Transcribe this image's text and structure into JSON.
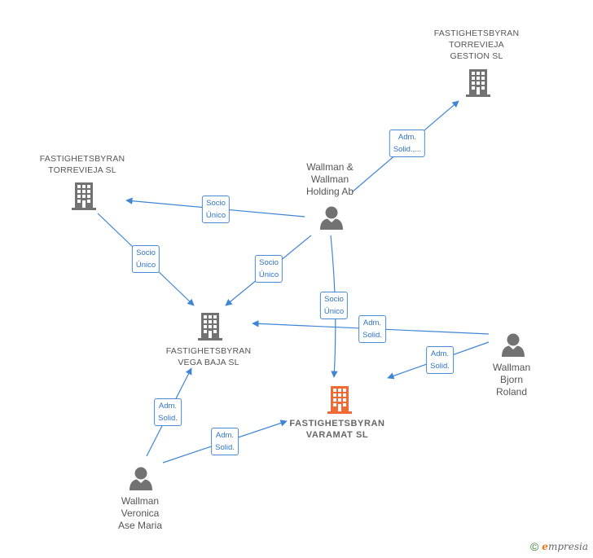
{
  "colors": {
    "edge": "#3f85d6",
    "company_icon": "#727272",
    "main_company_icon": "#f06a35",
    "person_icon": "#727272"
  },
  "nodes": {
    "gestion": {
      "label": "FASTIGHETSBYRAN\nTORREVIEJA\nGESTION  SL",
      "icon": "building-icon"
    },
    "torrevieja": {
      "label": "FASTIGHETSBYRAN\nTORREVIEJA SL",
      "icon": "building-icon"
    },
    "holding": {
      "label": "Wallman &\nWallman\nHolding Ab",
      "icon": "person-icon"
    },
    "vegabaja": {
      "label": "FASTIGHETSBYRAN\nVEGA BAJA  SL",
      "icon": "building-icon"
    },
    "varamat": {
      "label": "FASTIGHETSBYRAN\nVARAMAT  SL",
      "icon": "building-icon"
    },
    "bjorn": {
      "label": "Wallman\nBjorn\nRoland",
      "icon": "person-icon"
    },
    "veronica": {
      "label": "Wallman\nVeronica\nAse Maria",
      "icon": "person-icon"
    }
  },
  "edges": [
    {
      "label": "Adm.\nSolid.,..."
    },
    {
      "label": "Socio\nÚnico"
    },
    {
      "label": "Socio\nÚnico"
    },
    {
      "label": "Socio\nÚnico"
    },
    {
      "label": "Socio\nÚnico"
    },
    {
      "label": "Adm.\nSolid."
    },
    {
      "label": "Adm.\nSolid."
    },
    {
      "label": "Adm.\nSolid."
    },
    {
      "label": "Adm.\nSolid."
    }
  ],
  "footer": {
    "copyright": "©",
    "brand_initial": "e",
    "brand_rest": "mpresia"
  }
}
